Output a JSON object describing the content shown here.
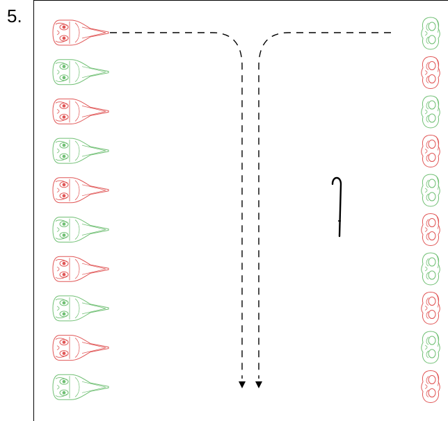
{
  "step_label": "5.",
  "colors": {
    "red_mask": "#e05555",
    "green_mask": "#6fbf73",
    "path": "#000000",
    "frame": "#000000"
  },
  "left_column": {
    "icon": "venetian-long-mask-icon",
    "masks": [
      "red",
      "green",
      "red",
      "green",
      "red",
      "green",
      "red",
      "green",
      "red",
      "green"
    ]
  },
  "right_column": {
    "icon": "domino-mask-icon",
    "masks": [
      "green",
      "red",
      "green",
      "red",
      "green",
      "red",
      "green",
      "red",
      "green",
      "red"
    ]
  },
  "cane": {
    "icon": "walking-cane-icon"
  },
  "paths": {
    "style": "dashed",
    "arrowheads": "down"
  }
}
